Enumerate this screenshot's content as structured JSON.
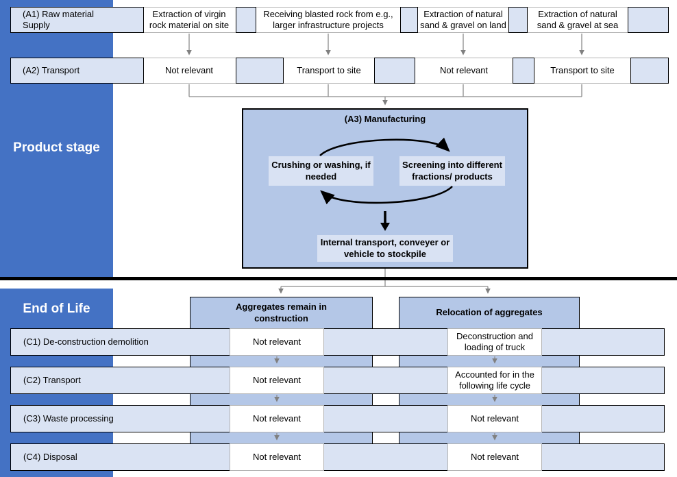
{
  "colors": {
    "sidebar_blue": "#4472C4",
    "medium_blue": "#B4C7E7",
    "light_blue": "#DAE3F3",
    "white_box": "#FFFFFF",
    "connector_gray": "#808080",
    "divider_black": "#000000"
  },
  "product_stage": {
    "sidebar_label": "Product stage",
    "a1": {
      "label": "(A1) Raw material Supply",
      "cells": [
        "Extraction of virgin rock material on site",
        "Receiving blasted rock from e.g., larger infrastructure projects",
        "Extraction of natural sand & gravel on land",
        "Extraction of natural sand & gravel at sea"
      ]
    },
    "a2": {
      "label": "(A2) Transport",
      "cells": [
        "Not relevant",
        "Transport to site",
        "Not relevant",
        "Transport to site"
      ]
    },
    "a3": {
      "title": "(A3) Manufacturing",
      "crushing": "Crushing or washing, if needed",
      "screening": "Screening into different fractions/ products",
      "internal_transport": "Internal transport, conveyer or vehicle to stockpile"
    }
  },
  "end_of_life": {
    "sidebar_label": "End of Life",
    "branches": [
      "Aggregates remain in construction",
      "Relocation of aggregates"
    ],
    "rows": [
      {
        "label": "(C1) De-construction demolition",
        "cells": [
          "Not relevant",
          "Deconstruction and loading of truck"
        ]
      },
      {
        "label": "(C2) Transport",
        "cells": [
          "Not relevant",
          "Accounted for in the following life cycle"
        ]
      },
      {
        "label": "(C3) Waste processing",
        "cells": [
          "Not relevant",
          "Not relevant"
        ]
      },
      {
        "label": "(C4) Disposal",
        "cells": [
          "Not relevant",
          "Not relevant"
        ]
      }
    ]
  }
}
